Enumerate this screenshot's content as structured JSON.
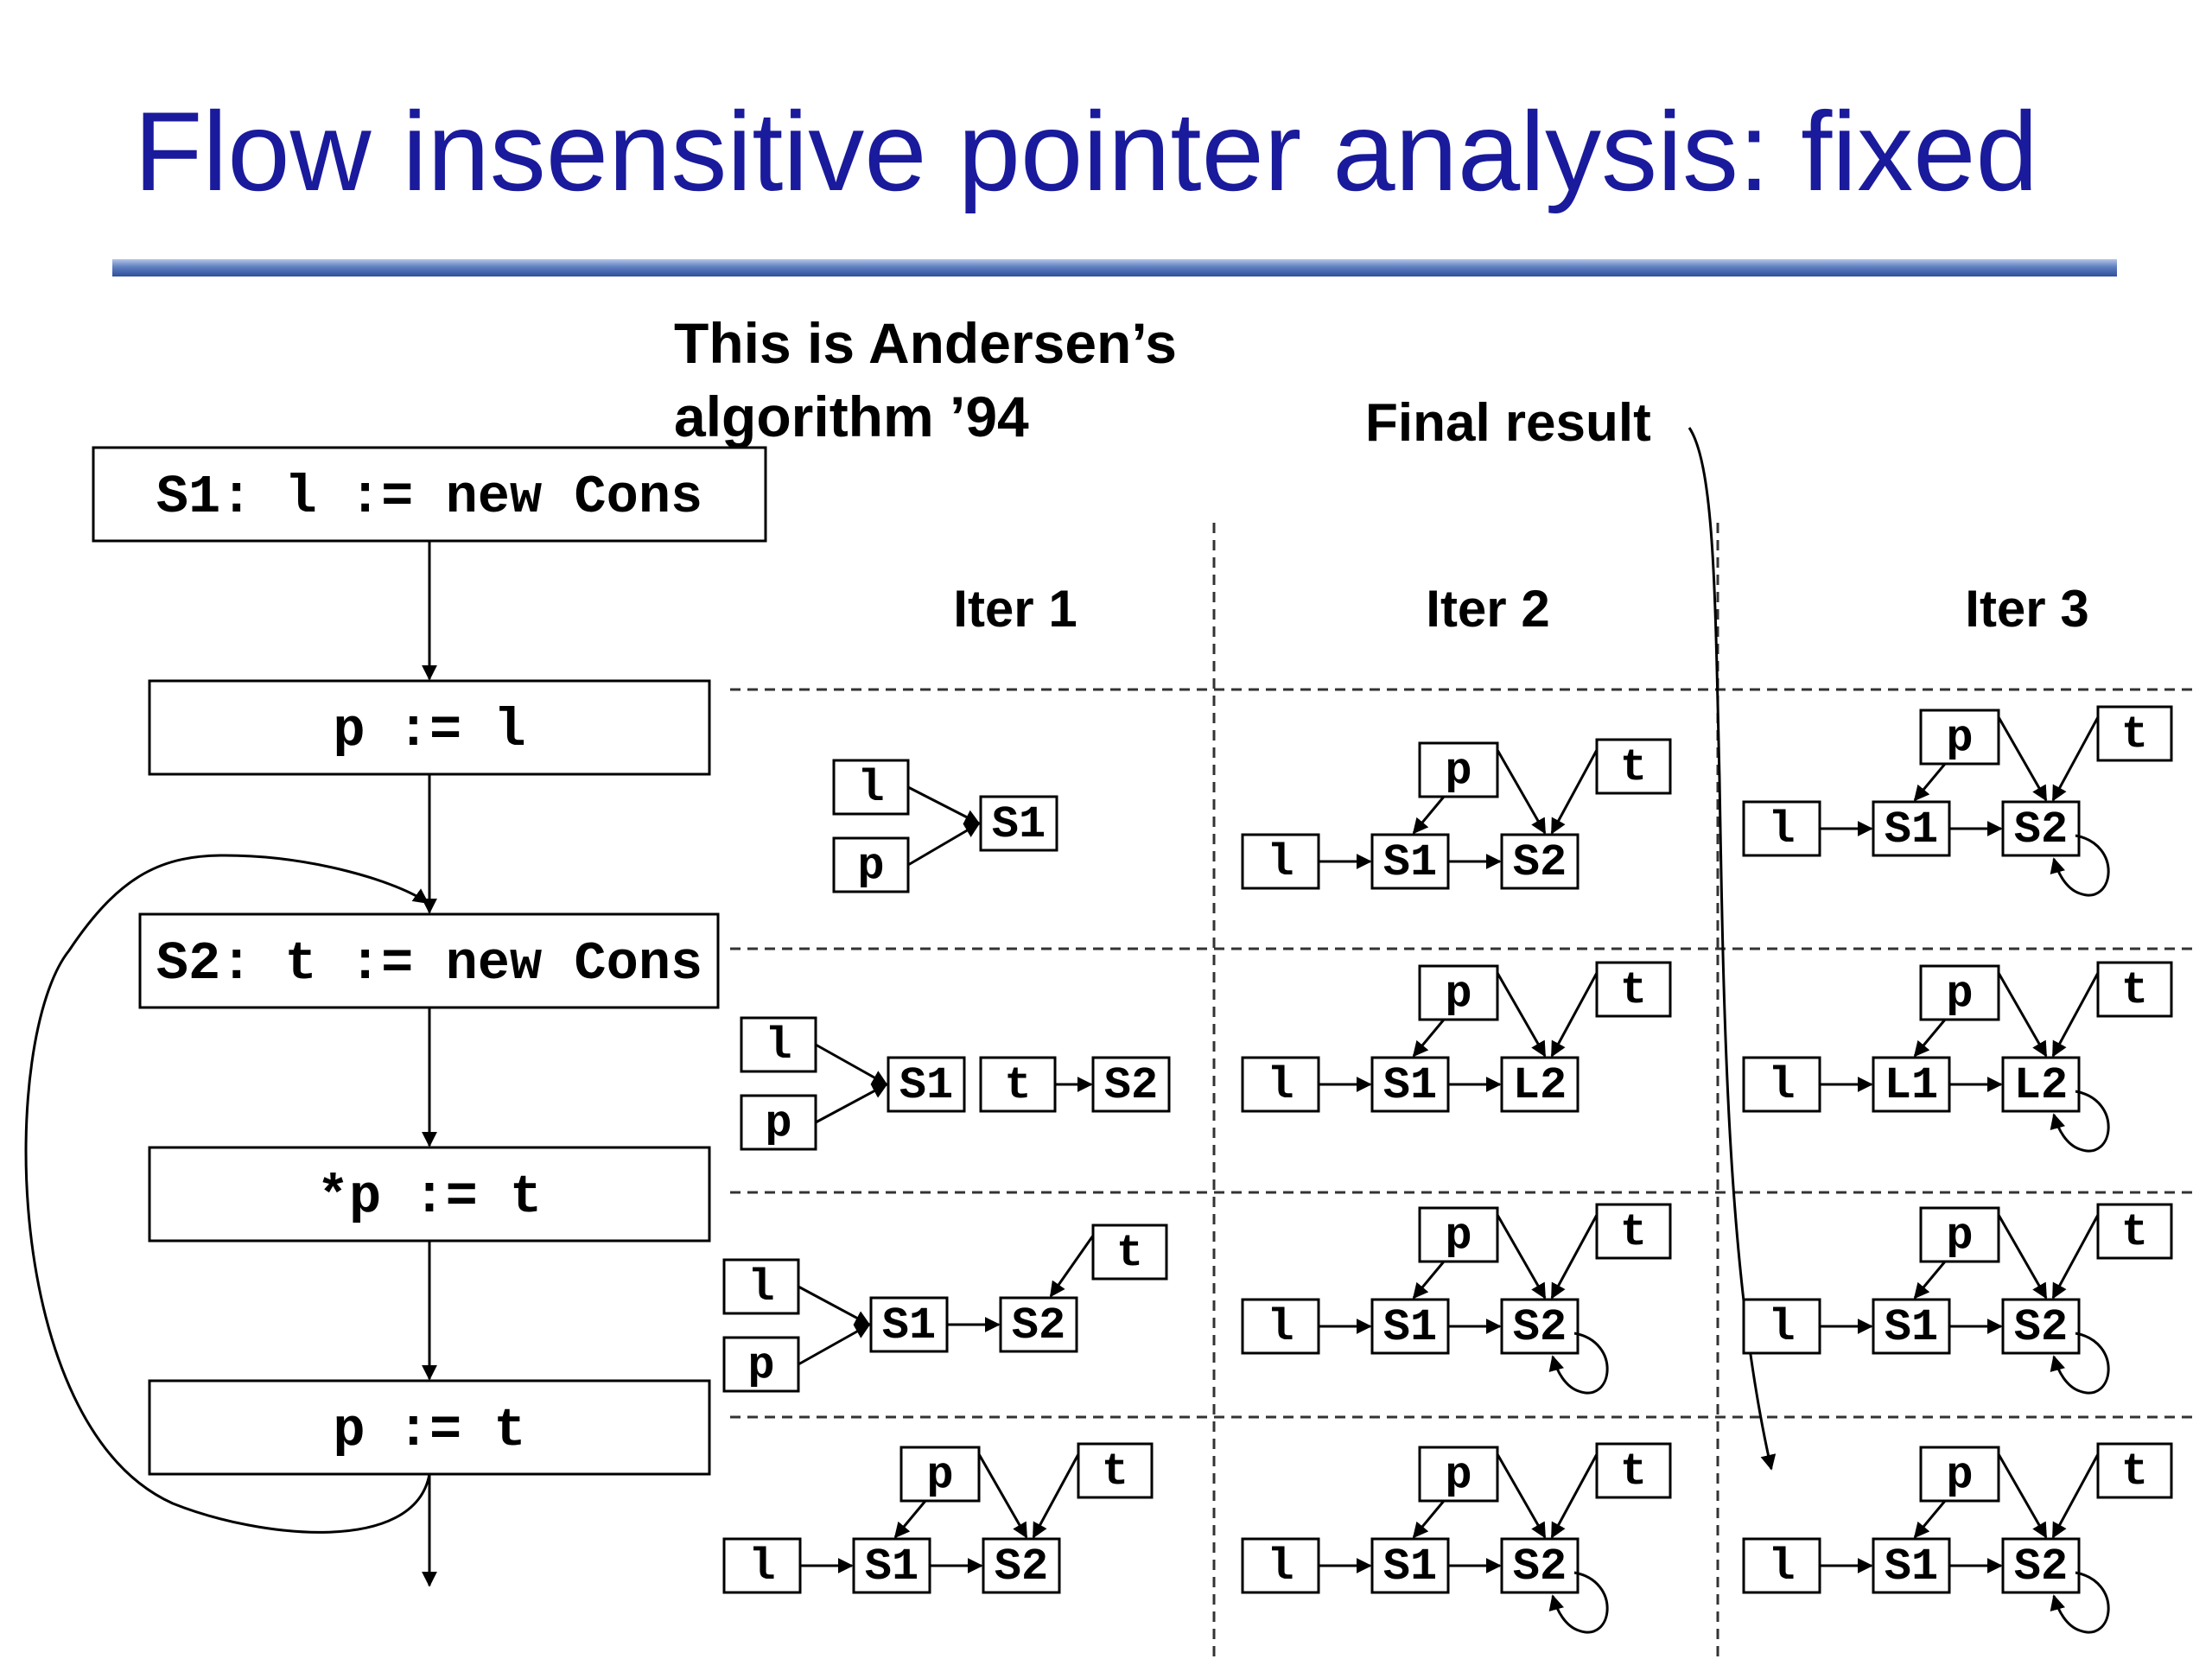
{
  "slide": {
    "title": "Flow insensitive pointer analysis: fixed",
    "note_line1": "This is Andersen’s",
    "note_line2": "algorithm ’94",
    "final_result": "Final result"
  },
  "flowchart": {
    "statements": [
      "S1: l := new Cons",
      "p := l",
      "S2: t := new Cons",
      "*p := t",
      "p := t"
    ]
  },
  "iterations": [
    "Iter 1",
    "Iter 2",
    "Iter 3"
  ],
  "graphs": {
    "r0": {
      "c0": {
        "l": "l",
        "p": "p",
        "a": "S1"
      },
      "c1": {
        "p": "p",
        "t": "t",
        "l": "l",
        "a": "S1",
        "b": "S2"
      },
      "c2": {
        "p": "p",
        "t": "t",
        "l": "l",
        "a": "S1",
        "b": "S2"
      }
    },
    "r1": {
      "c0": {
        "l": "l",
        "p": "p",
        "a": "S1",
        "t": "t",
        "b": "S2"
      },
      "c1": {
        "p": "p",
        "t": "t",
        "l": "l",
        "a": "S1",
        "b": "L2"
      },
      "c2": {
        "p": "p",
        "t": "t",
        "l": "l",
        "a": "L1",
        "b": "L2"
      }
    },
    "r2": {
      "c0": {
        "l": "l",
        "p": "p",
        "a": "S1",
        "b": "S2",
        "t": "t"
      },
      "c1": {
        "p": "p",
        "t": "t",
        "l": "l",
        "a": "S1",
        "b": "S2"
      },
      "c2": {
        "p": "p",
        "t": "t",
        "l": "l",
        "a": "S1",
        "b": "S2"
      }
    },
    "r3": {
      "c0": {
        "p": "p",
        "t": "t",
        "l": "l",
        "a": "S1",
        "b": "S2"
      },
      "c1": {
        "p": "p",
        "t": "t",
        "l": "l",
        "a": "S1",
        "b": "S2"
      },
      "c2": {
        "p": "p",
        "t": "t",
        "l": "l",
        "a": "S1",
        "b": "S2"
      }
    }
  }
}
